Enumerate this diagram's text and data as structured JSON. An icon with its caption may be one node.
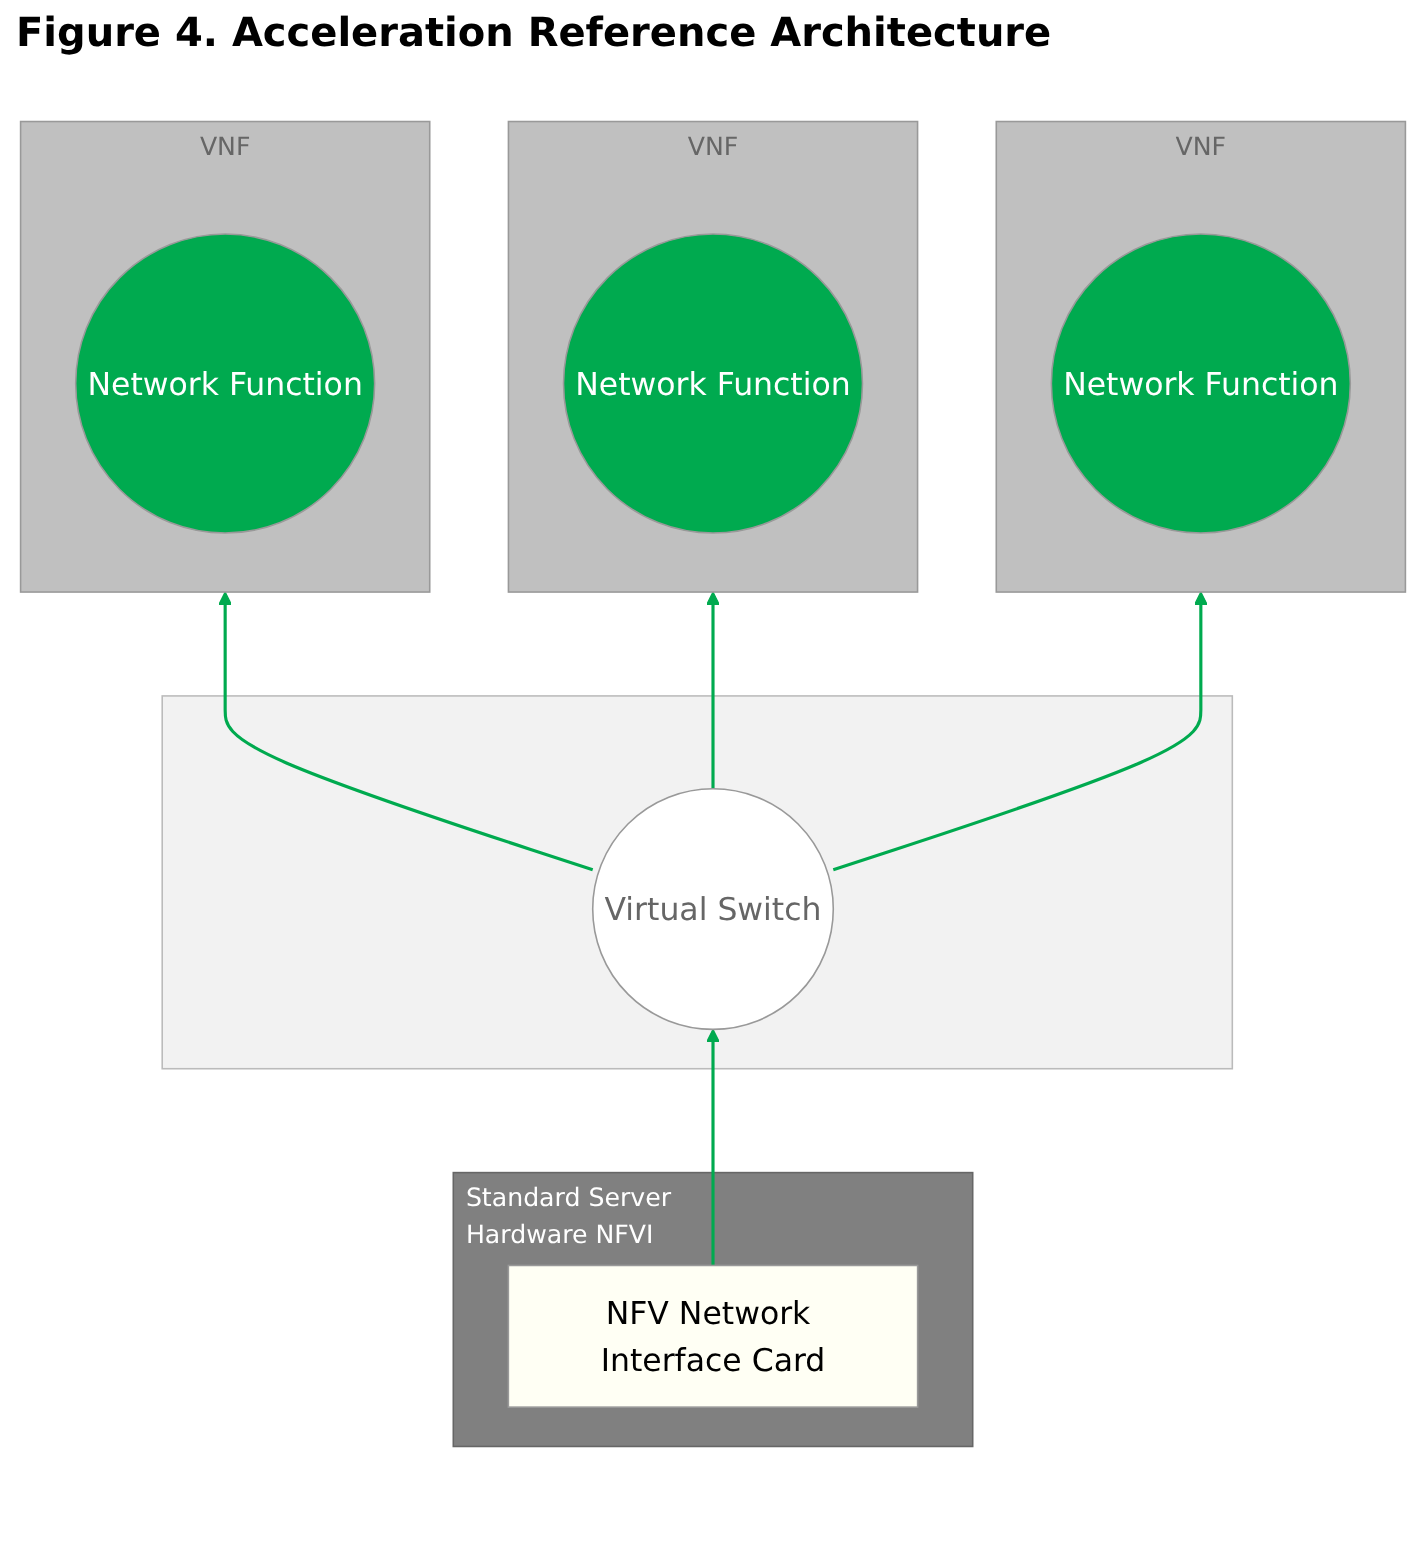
{
  "diagram": {
    "title": "Figure 4. Acceleration Reference Architecture",
    "nodes": [
      {
        "text": [
          "VNF"
        ]
      },
      {
        "text": [
          "Network Function"
        ],
        "in": 0
      },
      {
        "text": [
          "VNF"
        ]
      },
      {
        "text": [
          "Network Function"
        ],
        "in": 2
      },
      {
        "text": [
          "VNF"
        ]
      },
      {
        "text": [
          "Network Function"
        ],
        "in": 4
      },
      {
        "text": [],
        "shape": "box"
      },
      {
        "text": [
          "Virtual Switch"
        ],
        "in": 6
      },
      {
        "text": [
          "Standard Server Hardware NFVI"
        ]
      },
      {
        "text": [
          "NFV Network Interface Card"
        ],
        "in": 8
      }
    ],
    "edges": [
      {
        "from": 7,
        "to": 0,
        "arrow": "to"
      },
      {
        "from": 7,
        "to": 2,
        "arrow": "to"
      },
      {
        "from": 7,
        "to": 4,
        "arrow": "to"
      },
      {
        "from": 9,
        "to": 7,
        "arrow": "to"
      }
    ]
  }
}
